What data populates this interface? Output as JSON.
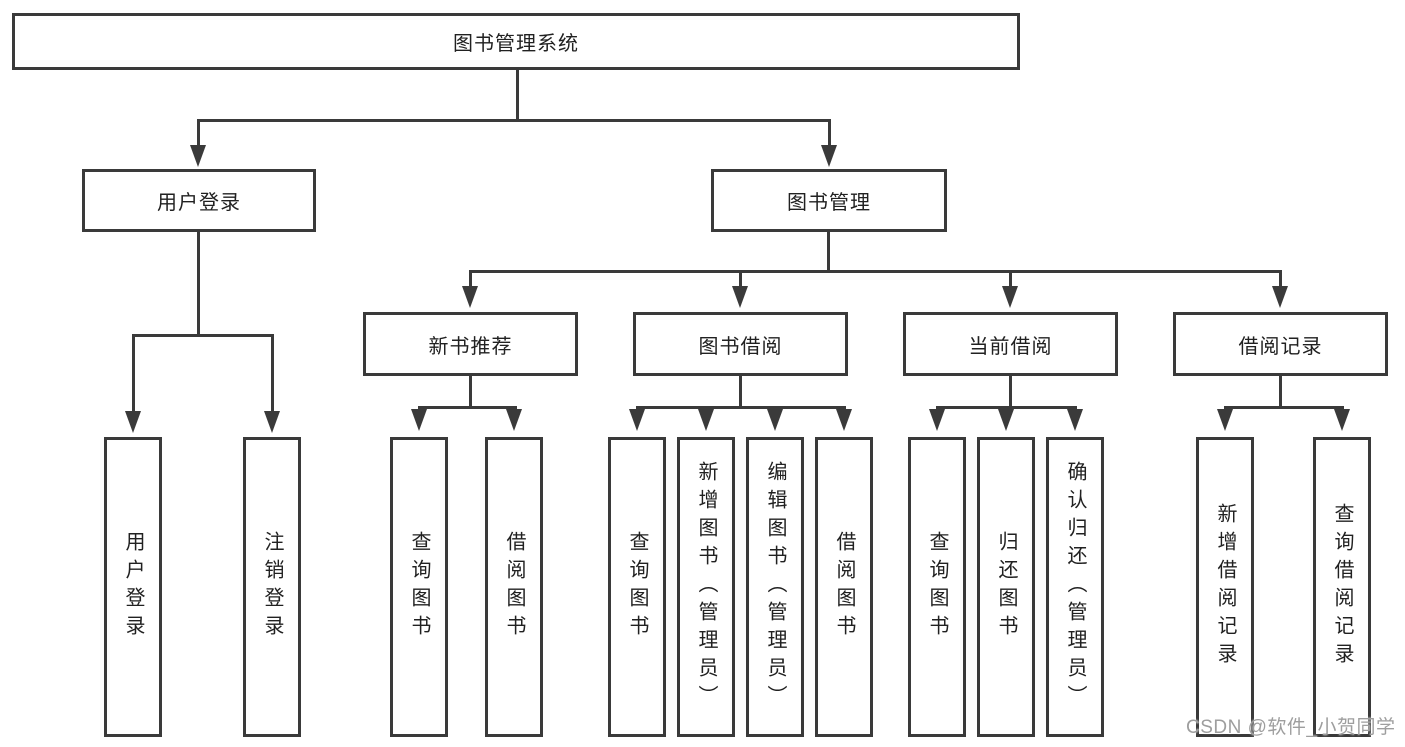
{
  "title": "图书管理系统",
  "tree": {
    "root": {
      "label": "图书管理系统"
    },
    "user_login": {
      "label": "用户登录",
      "children": [
        {
          "label": "用户登录"
        },
        {
          "label": "注销登录"
        }
      ]
    },
    "book_management": {
      "label": "图书管理",
      "modules": [
        {
          "label": "新书推荐",
          "children": [
            {
              "label": "查询图书"
            },
            {
              "label": "借阅图书"
            }
          ]
        },
        {
          "label": "图书借阅",
          "children": [
            {
              "label": "查询图书"
            },
            {
              "label": "新增图书（管理员）"
            },
            {
              "label": "编辑图书（管理员）"
            },
            {
              "label": "借阅图书"
            }
          ]
        },
        {
          "label": "当前借阅",
          "children": [
            {
              "label": "查询图书"
            },
            {
              "label": "归还图书"
            },
            {
              "label": "确认归还（管理员）"
            }
          ]
        },
        {
          "label": "借阅记录",
          "children": [
            {
              "label": "新增借阅记录"
            },
            {
              "label": "查询借阅记录"
            }
          ]
        }
      ]
    }
  },
  "watermark": "CSDN @软件_小贺同学",
  "colors": {
    "line": "#3a3a3a",
    "text": "#212121",
    "watermark": "#9e9e9e",
    "background": "#ffffff"
  }
}
